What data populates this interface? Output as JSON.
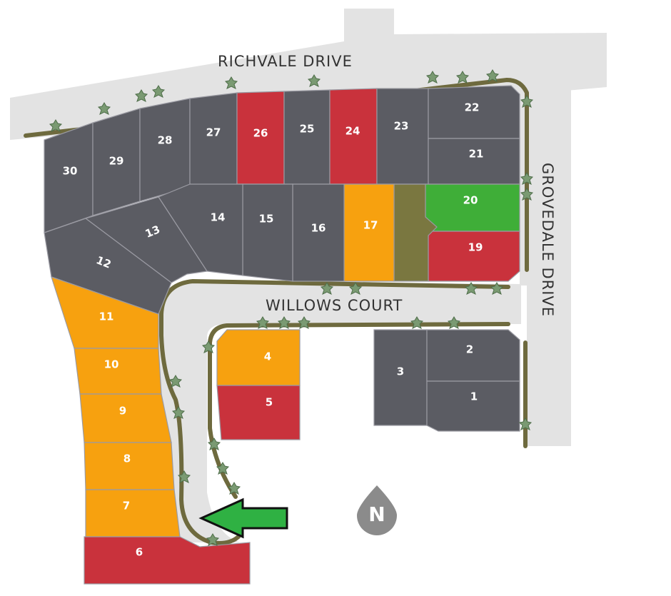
{
  "streets": {
    "richvale": "RICHVALE DRIVE",
    "willows": "WILLOWS COURT",
    "grovedale": "GROVEDALE DRIVE"
  },
  "compass": {
    "letter": "N"
  },
  "legend_colors": {
    "unavailable": "#5b5c63",
    "sold": "#c9323c",
    "pending": "#f7a10f",
    "available": "#3fae38",
    "open_space": "#7a7740"
  },
  "lots": [
    {
      "number": "1",
      "status": "unavailable"
    },
    {
      "number": "2",
      "status": "unavailable"
    },
    {
      "number": "3",
      "status": "unavailable"
    },
    {
      "number": "4",
      "status": "pending"
    },
    {
      "number": "5",
      "status": "sold"
    },
    {
      "number": "6",
      "status": "sold"
    },
    {
      "number": "7",
      "status": "pending"
    },
    {
      "number": "8",
      "status": "pending"
    },
    {
      "number": "9",
      "status": "pending"
    },
    {
      "number": "10",
      "status": "pending"
    },
    {
      "number": "11",
      "status": "pending"
    },
    {
      "number": "12",
      "status": "unavailable"
    },
    {
      "number": "13",
      "status": "unavailable"
    },
    {
      "number": "14",
      "status": "unavailable"
    },
    {
      "number": "15",
      "status": "unavailable"
    },
    {
      "number": "16",
      "status": "unavailable"
    },
    {
      "number": "17",
      "status": "pending"
    },
    {
      "number": "19",
      "status": "sold"
    },
    {
      "number": "20",
      "status": "available"
    },
    {
      "number": "21",
      "status": "unavailable"
    },
    {
      "number": "22",
      "status": "unavailable"
    },
    {
      "number": "23",
      "status": "unavailable"
    },
    {
      "number": "24",
      "status": "sold"
    },
    {
      "number": "25",
      "status": "unavailable"
    },
    {
      "number": "26",
      "status": "sold"
    },
    {
      "number": "27",
      "status": "unavailable"
    },
    {
      "number": "28",
      "status": "unavailable"
    },
    {
      "number": "29",
      "status": "unavailable"
    },
    {
      "number": "30",
      "status": "unavailable"
    }
  ]
}
